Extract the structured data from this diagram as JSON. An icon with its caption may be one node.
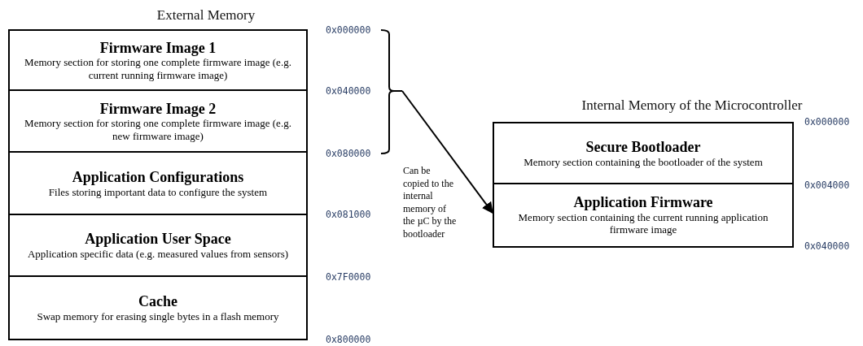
{
  "diagram": {
    "nodes": [
      {
        "text": [
          "Firmware Image 1",
          "Memory section for storing one complete firmware image (e.g. current running firmware image)"
        ]
      },
      {
        "text": [
          "Firmware Image 2",
          "Memory section for storing one complete firmware image (e.g. new firmware image)"
        ]
      },
      {
        "text": [
          "Application Configurations",
          "Files storing important data to configure the system"
        ]
      },
      {
        "text": [
          "Application User Space",
          "Application specific data (e.g. measured values from sensors)"
        ]
      },
      {
        "text": [
          "Cache",
          "Swap memory for erasing single bytes in a flash memory"
        ]
      },
      {
        "text": [
          "Secure Bootloader",
          "Memory section containing the bootloader of the system"
        ]
      },
      {
        "text": [
          "Application Firmware",
          "Memory section containing the current running application firmware image"
        ]
      },
      {
        "text": [],
        "shape": "bracket"
      }
    ],
    "edges": [
      {
        "from": 7,
        "to": 6,
        "arrow": "to",
        "label": "Can be copied to the internal memory of the µC by the bootloader"
      }
    ],
    "labels": [
      "External Memory",
      "0x000000",
      "0x040000",
      "Internal Memory of the Microcontroller",
      "0x000000",
      "0x080000",
      "0x004000",
      "0x081000",
      "0x040000",
      "0x7F0000",
      "0x800000"
    ]
  }
}
